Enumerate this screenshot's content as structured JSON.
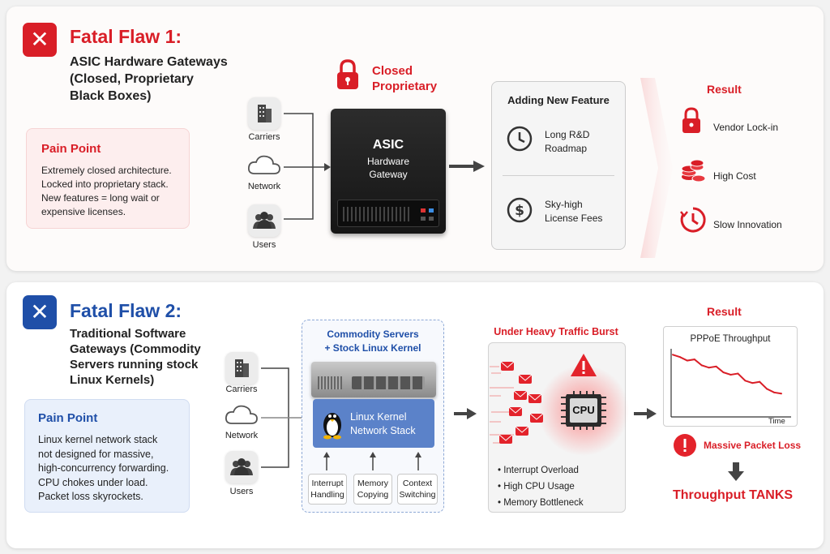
{
  "flaw1": {
    "title": "Fatal Flaw 1:",
    "subtitle": [
      "ASIC Hardware Gateways",
      "(Closed, Proprietary",
      "Black Boxes)"
    ],
    "pain_title": "Pain Point",
    "pain_lines": [
      "Extremely closed architecture.",
      "Locked into proprietary stack.",
      "New features = long wait or",
      "expensive licenses."
    ],
    "inputs": [
      "Carriers",
      "Network",
      "Users"
    ],
    "closed_label": [
      "Closed",
      "Proprietary"
    ],
    "asic_label": [
      "ASIC",
      "Hardware",
      "Gateway"
    ],
    "feature_title": "Adding New Feature",
    "feature_items": [
      [
        "Long R&D",
        "Roadmap"
      ],
      [
        "Sky-high",
        "License Fees"
      ]
    ],
    "result_title": "Result",
    "results": [
      "Vendor Lock-in",
      "High Cost",
      "Slow Innovation"
    ]
  },
  "flaw2": {
    "title": "Fatal Flaw 2:",
    "subtitle": [
      "Traditional Software",
      "Gateways (Commodity",
      "Servers running stock",
      "Linux Kernels)"
    ],
    "pain_title": "Pain Point",
    "pain_lines": [
      "Linux kernel network stack",
      "not designed for massive,",
      "high-concurrency forwarding.",
      "CPU chokes under load.",
      "Packet loss skyrockets."
    ],
    "inputs": [
      "Carriers",
      "Network",
      "Users"
    ],
    "server_title": [
      "Commodity Servers",
      "+ Stock Linux Kernel"
    ],
    "kernel_label": [
      "Linux Kernel",
      "Network Stack"
    ],
    "kernel_items": [
      [
        "Interrupt",
        "Handling"
      ],
      [
        "Memory",
        "Copying"
      ],
      [
        "Context",
        "Switching"
      ]
    ],
    "burst_title": "Under Heavy Traffic Burst",
    "cpu_label": "CPU",
    "burst_items": [
      "• Interrupt Overload",
      "• High CPU Usage",
      "• Memory Bottleneck"
    ],
    "result_title": "Result",
    "chart_title": "PPPoE Throughput",
    "chart_xlabel": "Time",
    "packet_loss": "Massive Packet Loss",
    "tanks": "Throughput TANKS"
  },
  "colors": {
    "red": "#d91e27",
    "blue": "#1f4fa8",
    "pain_red_bg": "#fdeeee",
    "pain_blue_bg": "#e9f0fb"
  },
  "chart_data": {
    "type": "line",
    "title": "PPPoE Throughput",
    "xlabel": "Time",
    "ylabel": "",
    "x": [
      0,
      1,
      2,
      3,
      4,
      5,
      6,
      7,
      8,
      9,
      10,
      11,
      12,
      13,
      14,
      15
    ],
    "values": [
      100,
      96,
      90,
      92,
      82,
      78,
      80,
      70,
      66,
      68,
      56,
      52,
      54,
      42,
      36,
      34
    ],
    "ylim": [
      0,
      110
    ]
  }
}
